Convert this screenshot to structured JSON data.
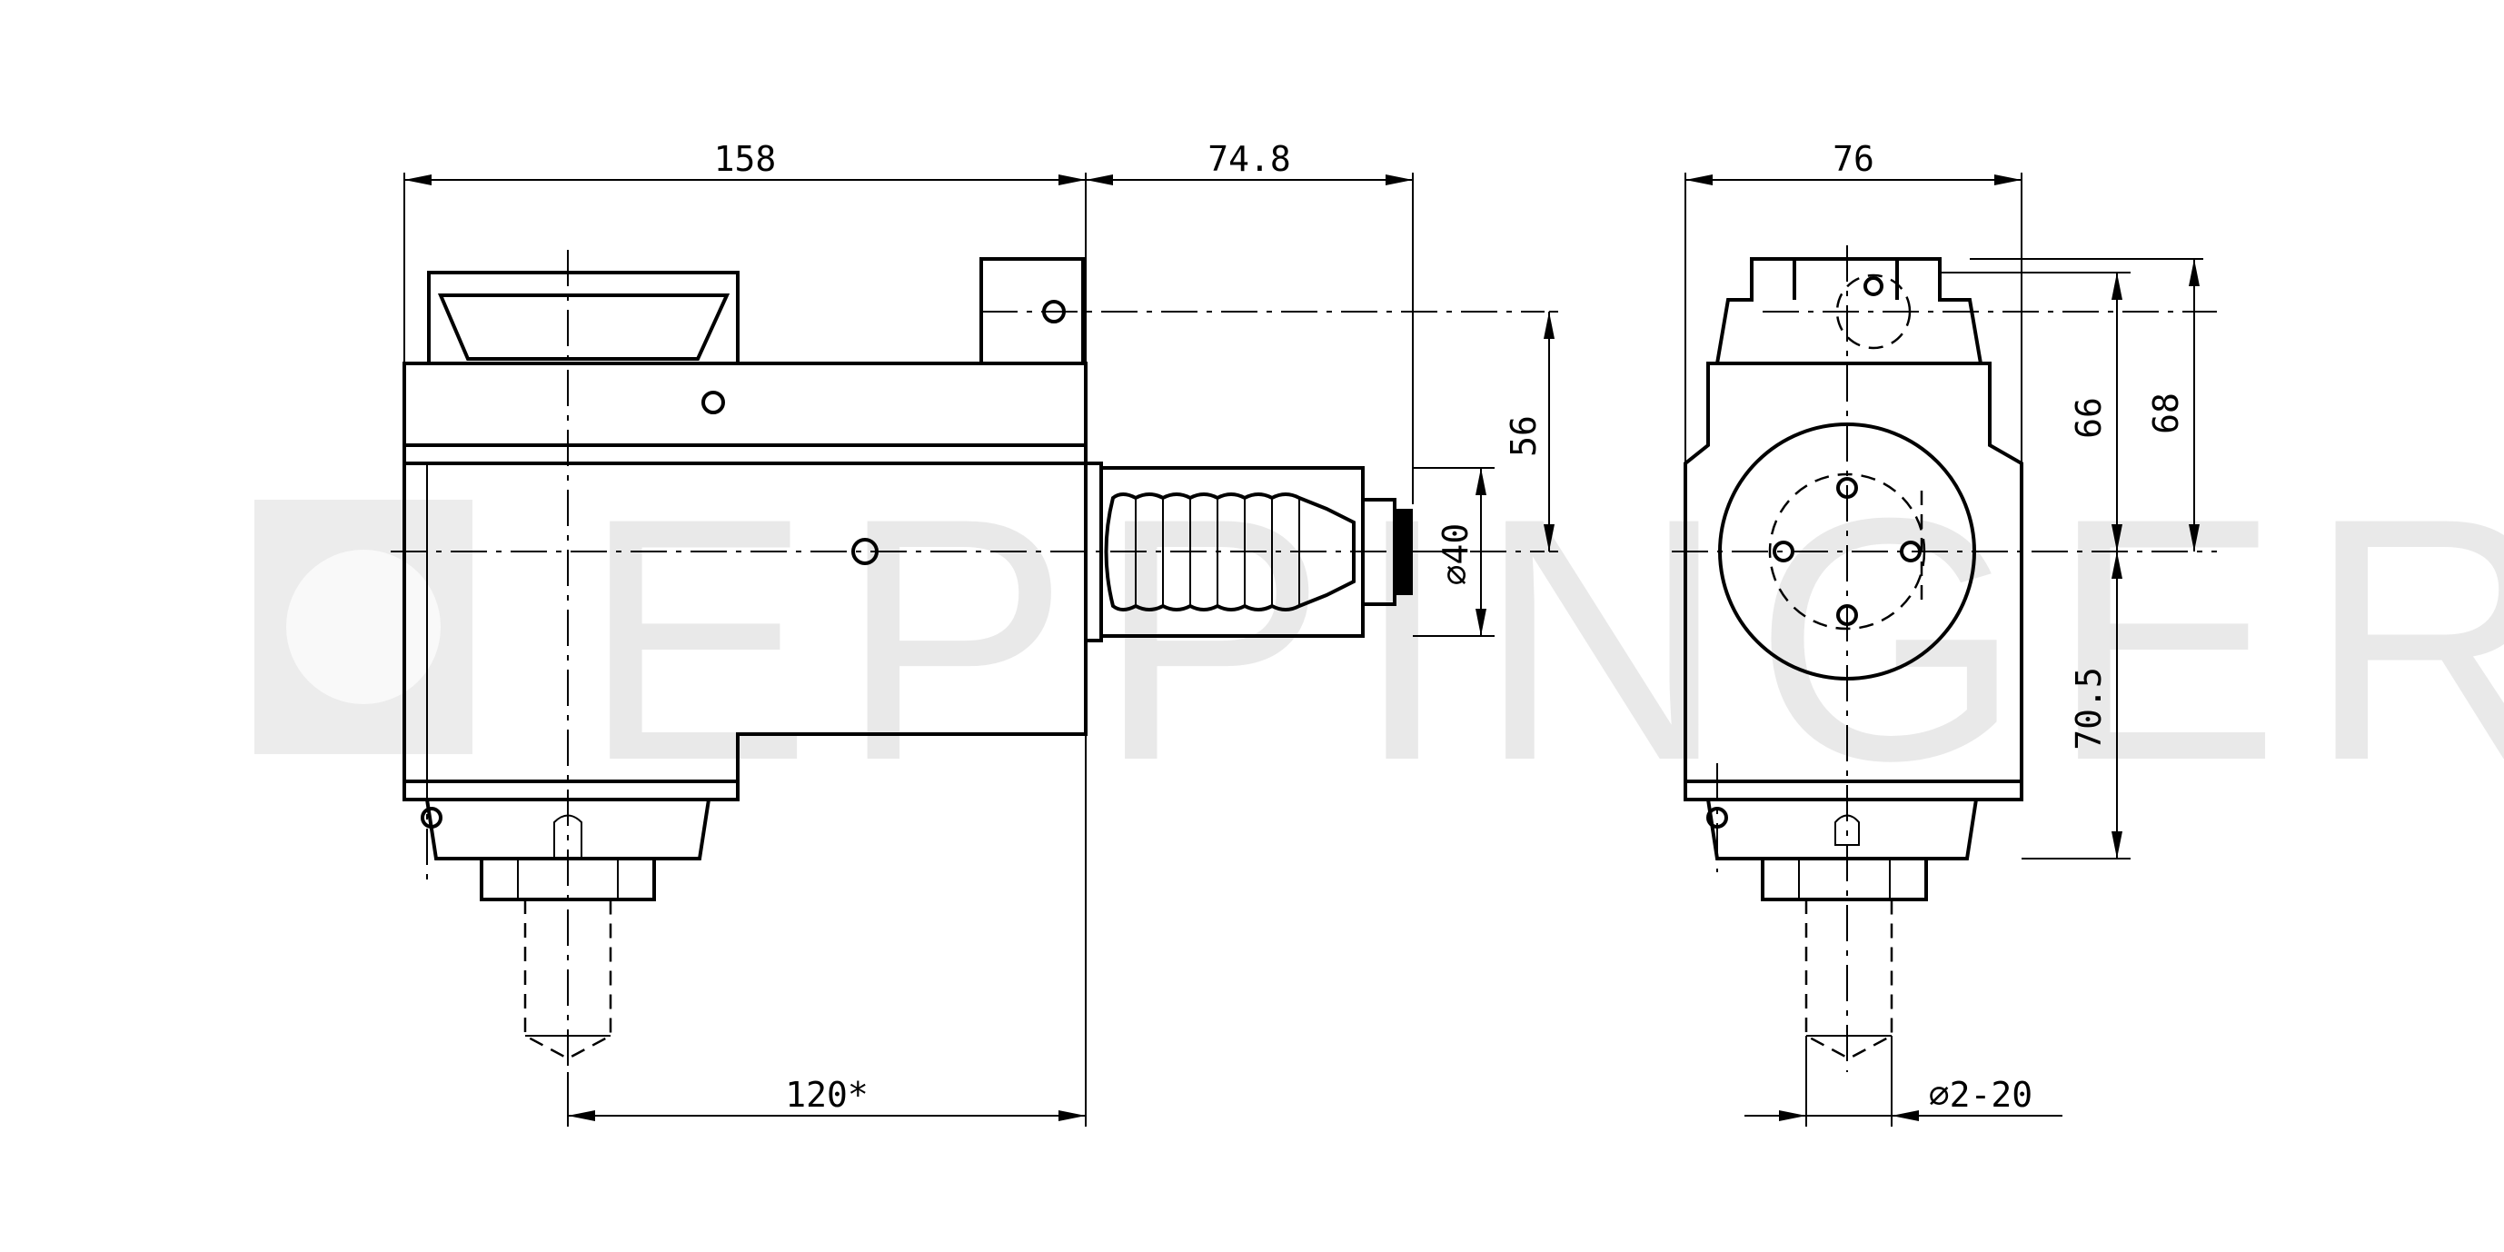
{
  "watermark": {
    "text": "EPPINGER"
  },
  "dimensions": {
    "overall_length": "158",
    "shank_length": "74.8",
    "width": "76",
    "height_56": "56",
    "shank_diameter": "⌀40",
    "height_66": "66",
    "height_68": "68",
    "spindle_height": "70.5",
    "reach": "120*",
    "collet_range": "⌀2-20"
  }
}
